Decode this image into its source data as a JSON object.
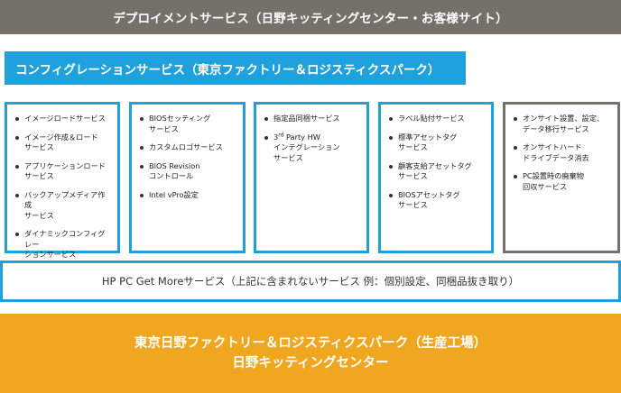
{
  "colors": {
    "gray": "#76706b",
    "blue": "#1ea1dc",
    "orange": "#f0a61f"
  },
  "top_title": "デプロイメントサービス（日野キッティングセンター・お客様サイト）",
  "config_title": "コンフィグレーションサービス（東京ファクトリー＆ロジスティクスパーク）",
  "boxes": [
    {
      "items": [
        "イメージロードサービス",
        "イメージ作成＆ロード\nサービス",
        "アプリケーションロード\nサービス",
        "バックアップメディア作成\nサービス",
        "ダイナミックコンフィグレー\nションサービス"
      ]
    },
    {
      "items": [
        "BIOSセッティング\nサービス",
        "カスタムロゴサービス",
        "BIOS Revision\nコントロール",
        "Intel vPro設定"
      ]
    },
    {
      "items": [
        "指定品同梱サービス",
        "3rd Party HW\nインテグレーション\nサービス"
      ]
    },
    {
      "items": [
        "ラベル貼付サービス",
        "標準アセットタグ\nサービス",
        "顧客支給アセットタグ\nサービス",
        "BIOSアセットタグ\nサービス"
      ]
    },
    {
      "items": [
        "オンサイト設置、設定、\nデータ移行サービス",
        "オンサイトハード\nドライブデータ消去",
        "PC設置時の廃棄物\n回収サービス"
      ]
    }
  ],
  "getmore_text": "HP PC Get Moreサービス（上記に含まれないサービス 例：個別設定、同梱品抜き取り）",
  "factory": {
    "line1": "東京日野ファクトリー＆ロジスティクスパーク（生産工場）",
    "line2": "日野キッティングセンター"
  }
}
